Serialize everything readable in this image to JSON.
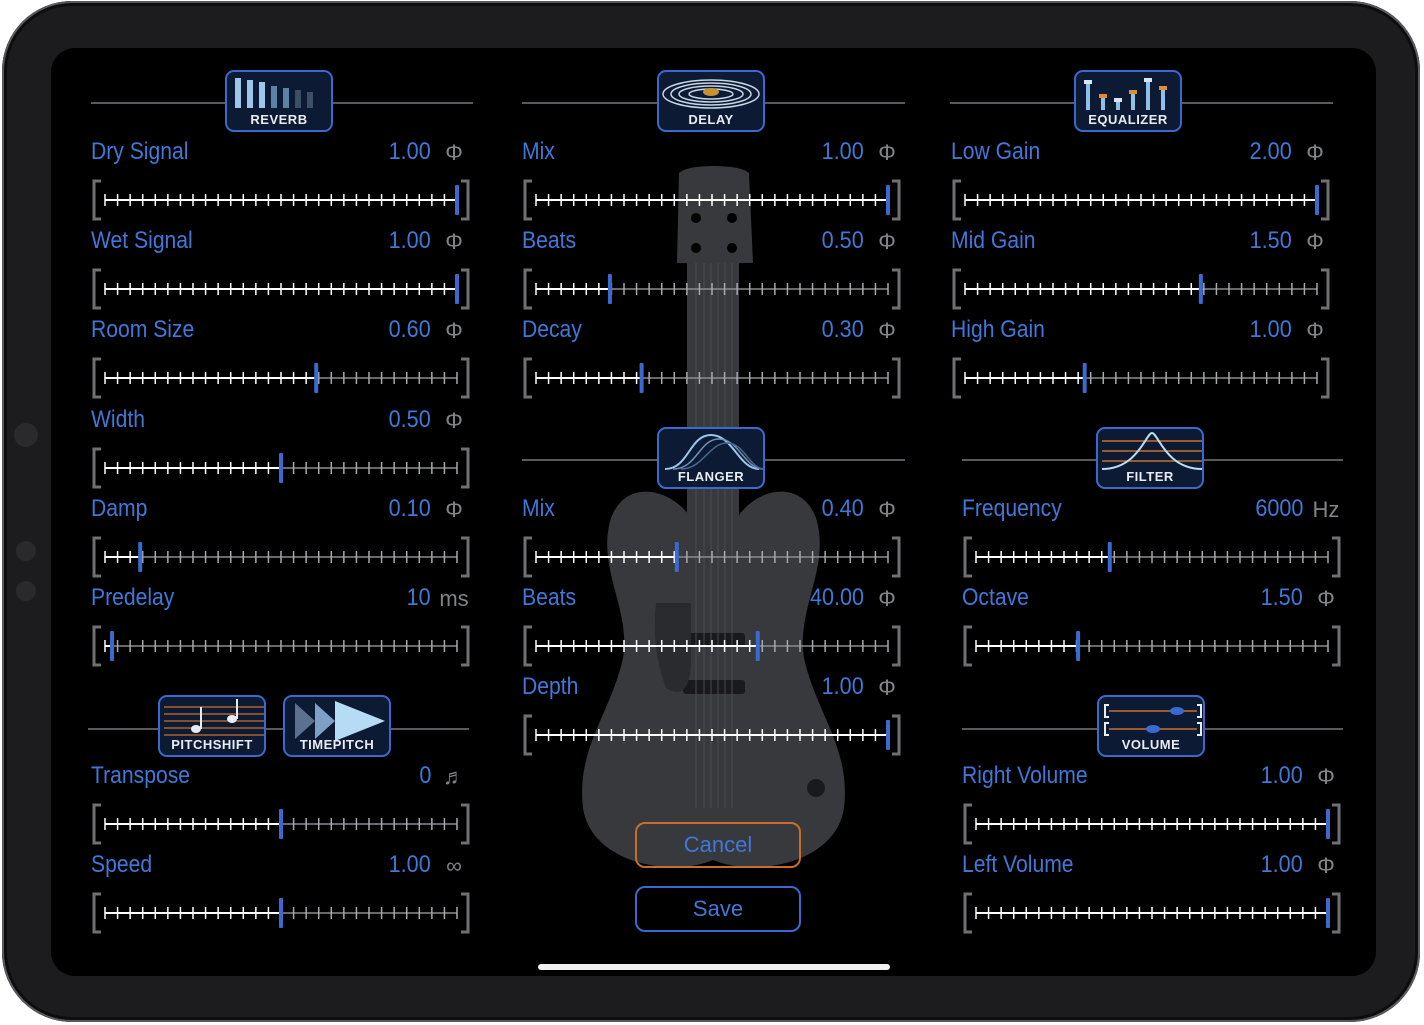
{
  "reverb": {
    "icon_label": "REVERB",
    "params": [
      {
        "id": "dry-signal",
        "label": "Dry Signal",
        "value": "1.00",
        "unit": "Φ",
        "level": 1.0
      },
      {
        "id": "wet-signal",
        "label": "Wet Signal",
        "value": "1.00",
        "unit": "Φ",
        "level": 1.0
      },
      {
        "id": "room-size",
        "label": "Room Size",
        "value": "0.60",
        "unit": "Φ",
        "level": 0.6
      },
      {
        "id": "width",
        "label": "Width",
        "value": "0.50",
        "unit": "Φ",
        "level": 0.5
      },
      {
        "id": "damp",
        "label": "Damp",
        "value": "0.10",
        "unit": "Φ",
        "level": 0.1
      },
      {
        "id": "predelay",
        "label": "Predelay",
        "value": "10",
        "unit": "ms",
        "level": 0.02
      }
    ]
  },
  "delay": {
    "icon_label": "DELAY",
    "params": [
      {
        "id": "delay-mix",
        "label": "Mix",
        "value": "1.00",
        "unit": "Φ",
        "level": 1.0
      },
      {
        "id": "delay-beats",
        "label": "Beats",
        "value": "0.50",
        "unit": "Φ",
        "level": 0.21
      },
      {
        "id": "delay-decay",
        "label": "Decay",
        "value": "0.30",
        "unit": "Φ",
        "level": 0.3
      }
    ]
  },
  "equalizer": {
    "icon_label": "EQUALIZER",
    "params": [
      {
        "id": "low-gain",
        "label": "Low Gain",
        "value": "2.00",
        "unit": "Φ",
        "level": 1.0
      },
      {
        "id": "mid-gain",
        "label": "Mid Gain",
        "value": "1.50",
        "unit": "Φ",
        "level": 0.67
      },
      {
        "id": "high-gain",
        "label": "High Gain",
        "value": "1.00",
        "unit": "Φ",
        "level": 0.34
      }
    ]
  },
  "flanger": {
    "icon_label": "FLANGER",
    "params": [
      {
        "id": "flanger-mix",
        "label": "Mix",
        "value": "0.40",
        "unit": "Φ",
        "level": 0.4
      },
      {
        "id": "flanger-beats",
        "label": "Beats",
        "value": "40.00",
        "unit": "Φ",
        "level": 0.63
      },
      {
        "id": "flanger-depth",
        "label": "Depth",
        "value": "1.00",
        "unit": "Φ",
        "level": 1.0
      }
    ]
  },
  "filter": {
    "icon_label": "FILTER",
    "params": [
      {
        "id": "frequency",
        "label": "Frequency",
        "value": "6000",
        "unit": "Hz",
        "level": 0.38
      },
      {
        "id": "octave",
        "label": "Octave",
        "value": "1.50",
        "unit": "Φ",
        "level": 0.29
      }
    ]
  },
  "pitch": {
    "pitchshift_label": "PITCHSHIFT",
    "timepitch_label": "TIMEPITCH",
    "params": [
      {
        "id": "transpose",
        "label": "Transpose",
        "value": "0",
        "unit": "♬",
        "level": 0.5
      },
      {
        "id": "speed",
        "label": "Speed",
        "value": "1.00",
        "unit": "∞",
        "level": 0.5
      }
    ]
  },
  "volume": {
    "icon_label": "VOLUME",
    "params": [
      {
        "id": "right-volume",
        "label": "Right Volume",
        "value": "1.00",
        "unit": "Φ",
        "level": 1.0
      },
      {
        "id": "left-volume",
        "label": "Left Volume",
        "value": "1.00",
        "unit": "Φ",
        "level": 1.0
      }
    ]
  },
  "buttons": {
    "cancel": "Cancel",
    "save": "Save"
  },
  "colors": {
    "accent": "#3f78d8",
    "cancel_border": "#c86d2e",
    "background": "#000000",
    "slider_track": "#ffffff"
  }
}
